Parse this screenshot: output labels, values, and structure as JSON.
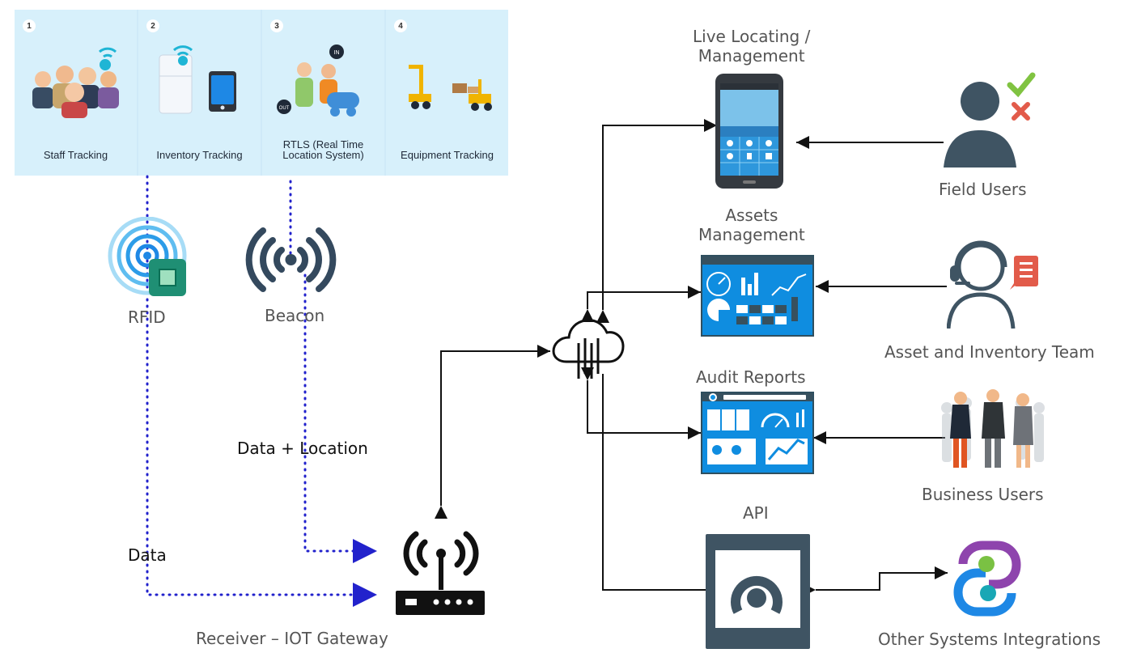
{
  "banner": {
    "tiles": [
      {
        "num": "1",
        "caption": "Staff Tracking"
      },
      {
        "num": "2",
        "caption": "Inventory Tracking"
      },
      {
        "num": "3",
        "caption": "RTLS (Real Time Location System)"
      },
      {
        "num": "4",
        "caption": "Equipment Tracking"
      }
    ],
    "badge_labels": {
      "in": "IN",
      "out": "OUT",
      "small": "((i))"
    }
  },
  "devices": {
    "rfid_label": "RFID",
    "beacon_label": "Beacon",
    "gateway_label": "Receiver – IOT Gateway"
  },
  "flows": {
    "data_location_label": "Data + Location",
    "data_label": "Data"
  },
  "right": {
    "live_locating_label": "Live Locating /\nManagement",
    "assets_label": "Assets\nManagement",
    "audit_label": "Audit Reports",
    "api_label": "API",
    "field_users_label": "Field Users",
    "asset_team_label": "Asset and Inventory Team",
    "business_users_label": "Business Users",
    "other_systems_label": "Other Systems Integrations"
  },
  "colors": {
    "banner_bg": "#d7f0fb",
    "dotted_blue": "#2222cc",
    "arrow_black": "#111111",
    "card_blue": "#0f8de0",
    "slate": "#37505e"
  }
}
